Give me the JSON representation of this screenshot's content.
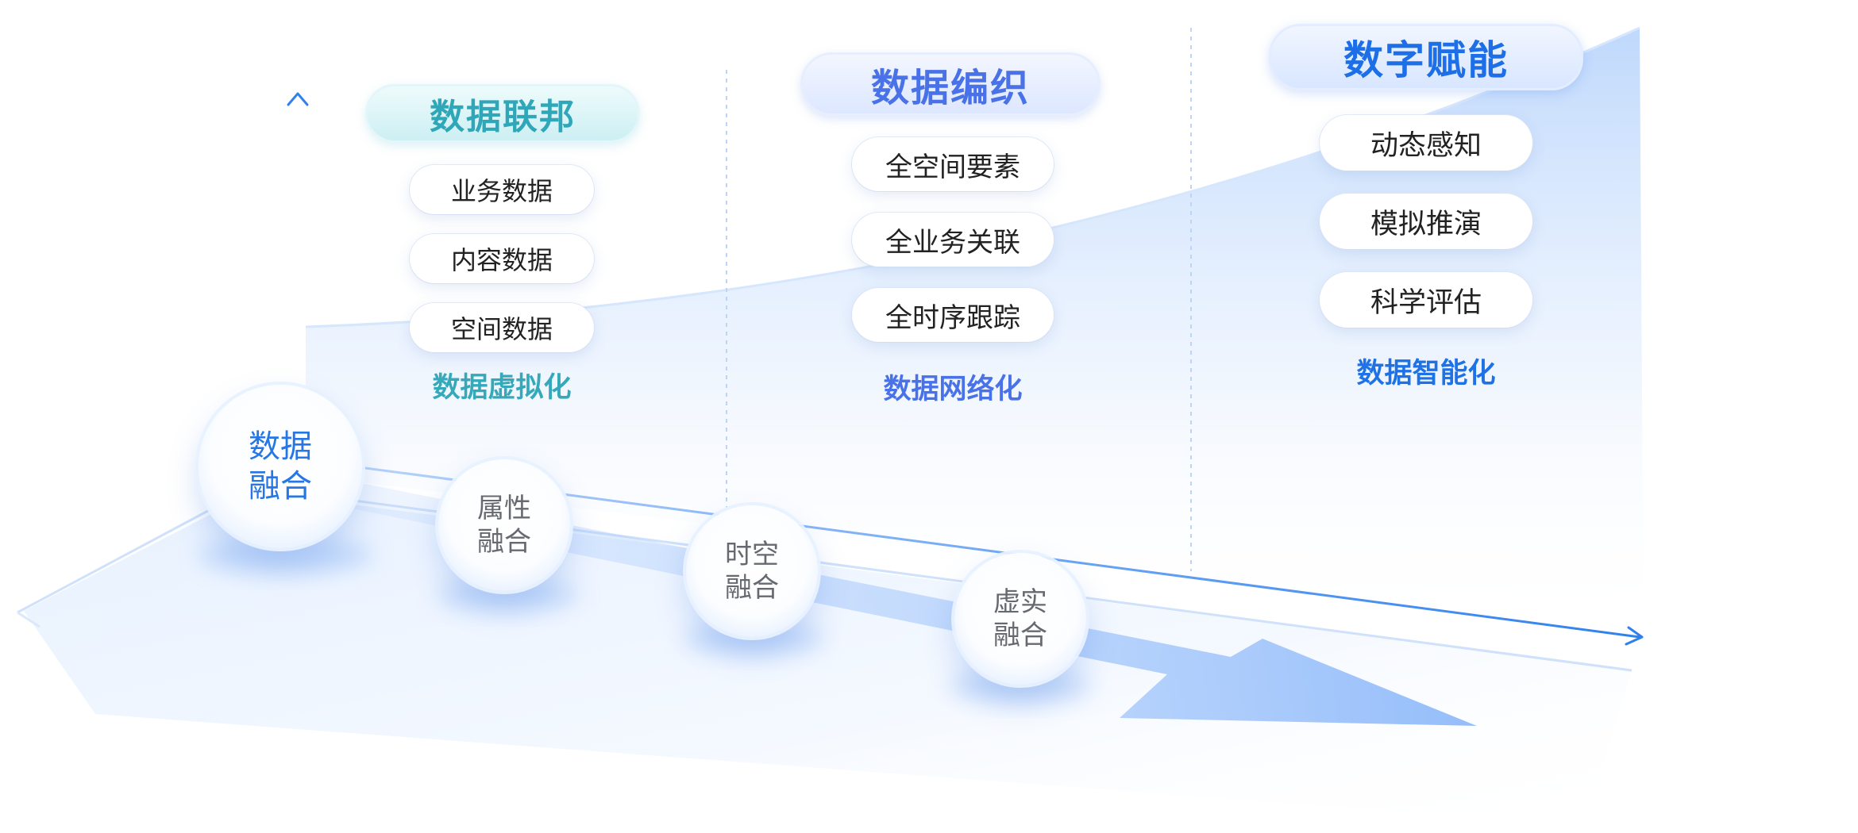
{
  "stages": [
    {
      "title": "数据联邦",
      "items": [
        "业务数据",
        "内容数据",
        "空间数据"
      ],
      "subtitle": "数据虚拟化"
    },
    {
      "title": "数据编织",
      "items": [
        "全空间要素",
        "全业务关联",
        "全时序跟踪"
      ],
      "subtitle": "数据网络化"
    },
    {
      "title": "数字赋能",
      "items": [
        "动态感知",
        "模拟推演",
        "科学评估"
      ],
      "subtitle": "数据智能化"
    }
  ],
  "fusion_nodes": [
    {
      "line1": "数据",
      "line2": "融合"
    },
    {
      "line1": "属性",
      "line2": "融合"
    },
    {
      "line1": "时空",
      "line2": "融合"
    },
    {
      "line1": "虚实",
      "line2": "融合"
    }
  ],
  "colors": {
    "teal": "#2fa7b8",
    "blue": "#4a72e8",
    "deep_blue": "#1d6fe8",
    "axis": "#2f80ee"
  }
}
